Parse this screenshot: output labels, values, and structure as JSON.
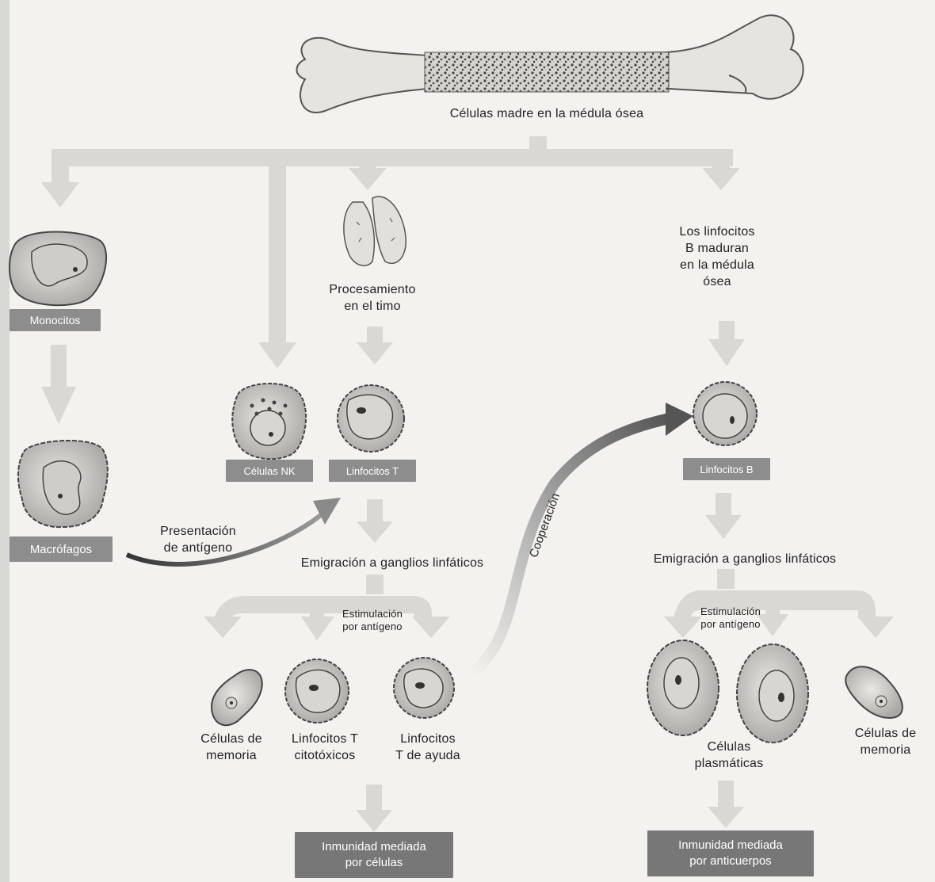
{
  "title": "Células madre en la médula ósea",
  "left": {
    "monocitos": "Monocitos",
    "macrofagos": "Macrófagos",
    "presentacion": "Presentación\nde antígeno"
  },
  "middle": {
    "timo": "Procesamiento\nen el timo",
    "nk": "Células NK",
    "linfocitos_t": "Linfocitos T",
    "emigracion": "Emigración a ganglios linfáticos",
    "estimulacion": "Estimulación\npor antígeno",
    "memoria": "Células de\nmemoria",
    "citotoxicos": "Linfocitos T\ncitotóxicos",
    "ayuda": "Linfocitos\nT de ayuda",
    "inmunidad": "Inmunidad mediada\npor células"
  },
  "cooperacion": "Cooperación",
  "right": {
    "b_maduran": "Los linfocitos\nB maduran\nen la médula\nósea",
    "linfocitos_b": "Linfocitos B",
    "emigracion": "Emigración a ganglios linfáticos",
    "estimulacion": "Estimulación\npor antígeno",
    "plasmaticas": "Células\nplasmáticas",
    "memoria": "Células de\nmemoria",
    "inmunidad": "Inmunidad mediada\npor anticuerpos"
  }
}
